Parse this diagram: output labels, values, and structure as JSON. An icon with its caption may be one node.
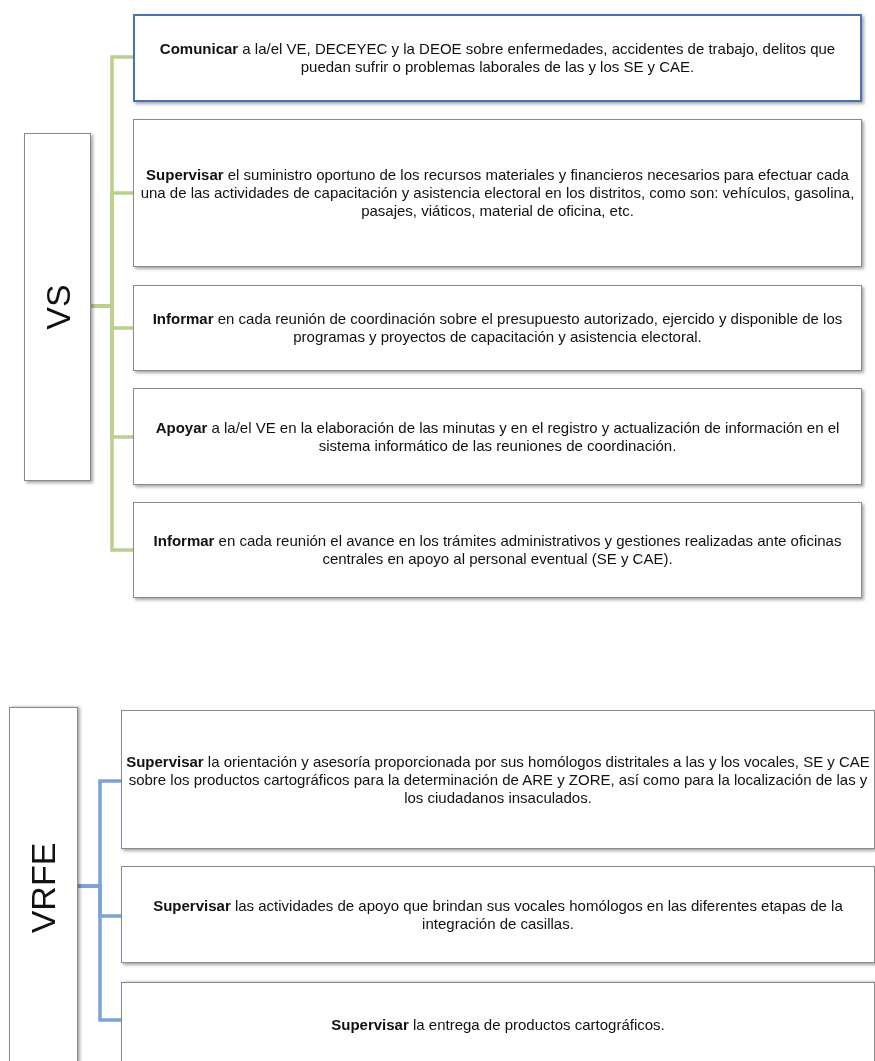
{
  "diagram": {
    "nodes": [
      {
        "text": [
          "VS"
        ]
      },
      {
        "text": [
          "**Comunicar** a la/el VE, DECEYEC y la DEOE sobre enfermedades, accidentes de trabajo, delitos que puedan sufrir o problemas laborales de las y los SE y CAE."
        ]
      },
      {
        "text": [
          "**Supervisar** el suministro oportuno de los recursos materiales y financieros necesarios para efectuar cada una de las actividades de capacitación y asistencia electoral en los distritos, como son: vehículos, gasolina, pasajes, viáticos, material de oficina, etc."
        ]
      },
      {
        "text": [
          "**Informar** en cada reunión de coordinación sobre el presupuesto autorizado, ejercido y disponible de los programas y proyectos de capacitación y asistencia electoral."
        ]
      },
      {
        "text": [
          "**Apoyar** a la/el VE en la elaboración de las minutas y en el registro y actualización de información en el sistema informático de las reuniones de coordinación."
        ]
      },
      {
        "text": [
          "**Informar** en cada reunión el avance en los trámites administrativos y gestiones realizadas ante oficinas centrales en apoyo al personal eventual (SE y CAE)."
        ]
      },
      {
        "text": [
          "VRFE"
        ]
      },
      {
        "text": [
          "**Supervisar** la orientación y asesoría proporcionada por sus homólogos distritales a las y los vocales, SE y CAE sobre los productos cartográficos para la determinación de ARE y ZORE, así como para la localización de las y los ciudadanos insaculados."
        ]
      },
      {
        "text": [
          "**Supervisar** las actividades de apoyo que brindan sus vocales homólogos en las diferentes etapas de la integración de casillas."
        ]
      },
      {
        "text": [
          "**Supervisar** la entrega de productos cartográficos."
        ]
      }
    ],
    "edges": [
      {
        "from": 0,
        "to": 1,
        "arrow": "none"
      },
      {
        "from": 0,
        "to": 2,
        "arrow": "none"
      },
      {
        "from": 0,
        "to": 3,
        "arrow": "none"
      },
      {
        "from": 0,
        "to": 4,
        "arrow": "none"
      },
      {
        "from": 0,
        "to": 5,
        "arrow": "none"
      },
      {
        "from": 6,
        "to": 7,
        "arrow": "none",
        "color": "#7ba3d6"
      },
      {
        "from": 6,
        "to": 8,
        "arrow": "none",
        "color": "#7ba3d6"
      },
      {
        "from": 6,
        "to": 9,
        "arrow": "none",
        "color": "#7ba3d6"
      }
    ]
  }
}
